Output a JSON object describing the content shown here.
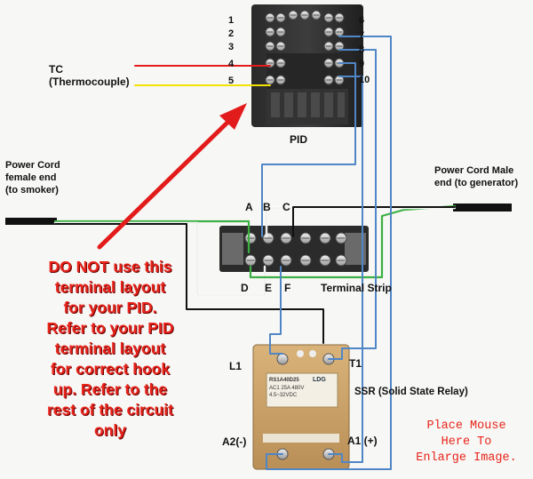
{
  "pid": {
    "title": "PID",
    "left_terminals": [
      "1",
      "2",
      "3",
      "4",
      "5"
    ],
    "right_terminals": [
      "6",
      "7",
      "8",
      "9",
      "10"
    ]
  },
  "thermocouple": {
    "line1": "TC",
    "line2": "(Thermocouple)"
  },
  "power_cord_female": {
    "line1": "Power Cord",
    "line2": "female end",
    "line3": "(to smoker)"
  },
  "power_cord_male": {
    "line1": "Power Cord Male",
    "line2": "end (to generator)"
  },
  "terminal_strip": {
    "title": "Terminal Strip",
    "top_labels": [
      "A",
      "B",
      "C"
    ],
    "bottom_labels": [
      "D",
      "E",
      "F"
    ]
  },
  "ssr": {
    "title": "SSR (Solid State Relay)",
    "l1": "L1",
    "t1": "T1",
    "a2": "A2(-)",
    "a1": "A1 (+)",
    "model_line1": "RS1A40D25",
    "model_line2": "AC1 25A 480V",
    "model_line3": "4.5~32VDC",
    "brand": "LDG"
  },
  "warning": {
    "lines": [
      "DO NOT use this",
      "terminal layout",
      "for your PID.",
      "Refer to your PID",
      "terminal layout",
      "for correct hook",
      "up.  Refer to the",
      "rest of the circuit",
      "only"
    ]
  },
  "enlarge": {
    "lines": [
      "Place Mouse",
      "Here To",
      "Enlarge Image."
    ]
  },
  "colors": {
    "warning_text": "#e8241b",
    "wire_red": "#e21b1b",
    "wire_yellow": "#f2e200",
    "wire_blue": "#4f86c6",
    "wire_green": "#3cb043",
    "wire_white": "#ffffff",
    "wire_black": "#111111"
  }
}
